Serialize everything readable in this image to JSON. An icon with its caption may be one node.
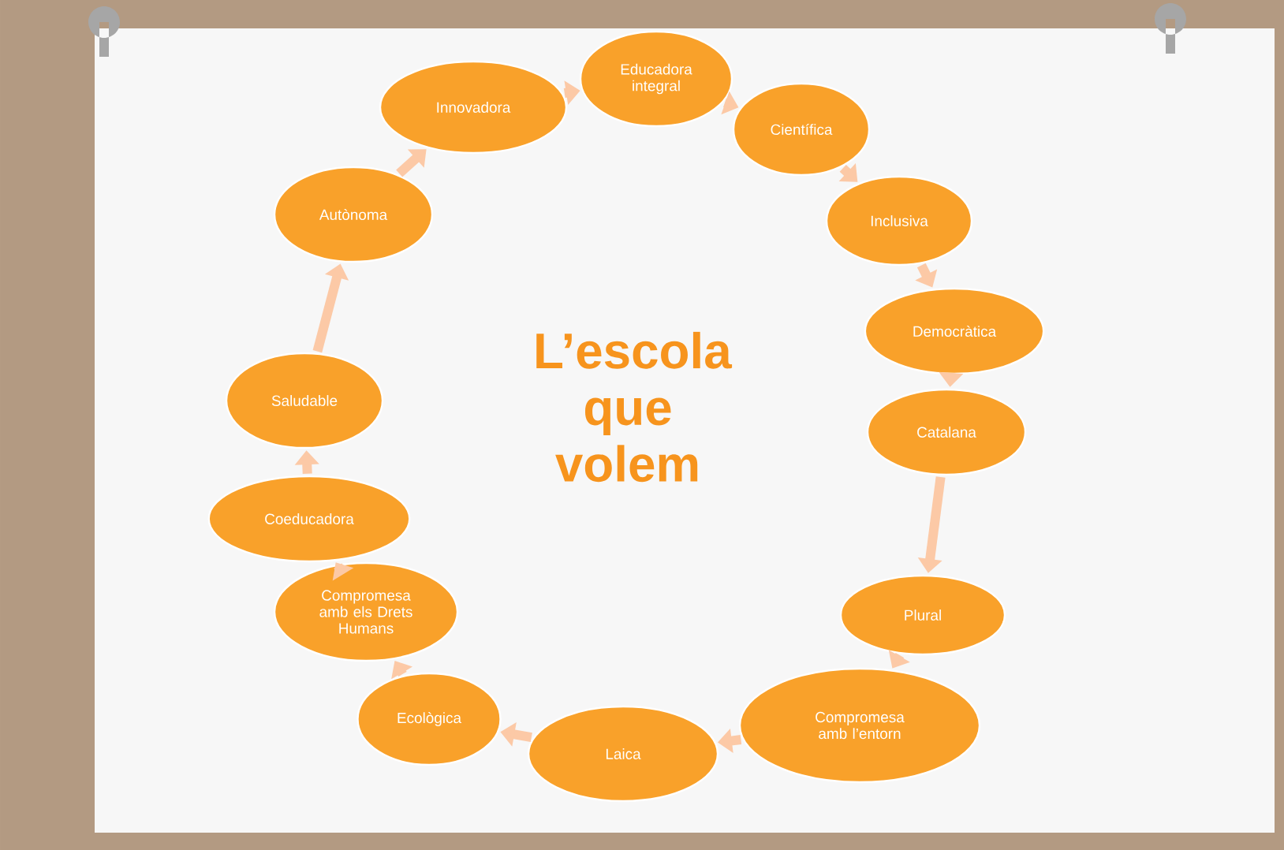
{
  "diagram": {
    "title": "L’escola que volem",
    "nodes": [
      {
        "text": [
          "Educadora integral"
        ]
      },
      {
        "text": [
          "Científica"
        ]
      },
      {
        "text": [
          "Inclusiva"
        ]
      },
      {
        "text": [
          "Democràtica"
        ]
      },
      {
        "text": [
          "Catalana"
        ]
      },
      {
        "text": [
          "Plural"
        ]
      },
      {
        "text": [
          "Compromesa amb l’entorn"
        ]
      },
      {
        "text": [
          "Laica"
        ]
      },
      {
        "text": [
          "Ecològica"
        ]
      },
      {
        "text": [
          "Compromesa amb els Drets Humans"
        ]
      },
      {
        "text": [
          "Coeducadora"
        ]
      },
      {
        "text": [
          "Saludable"
        ]
      },
      {
        "text": [
          "Autònoma"
        ]
      },
      {
        "text": [
          "Innovadora"
        ]
      }
    ],
    "edges": [
      {
        "from": 0,
        "to": 1,
        "arrow": "to"
      },
      {
        "from": 1,
        "to": 2,
        "arrow": "to"
      },
      {
        "from": 2,
        "to": 3,
        "arrow": "to"
      },
      {
        "from": 3,
        "to": 4,
        "arrow": "to"
      },
      {
        "from": 4,
        "to": 5,
        "arrow": "to"
      },
      {
        "from": 5,
        "to": 6,
        "arrow": "to"
      },
      {
        "from": 6,
        "to": 7,
        "arrow": "to"
      },
      {
        "from": 7,
        "to": 8,
        "arrow": "to"
      },
      {
        "from": 8,
        "to": 9,
        "arrow": "to"
      },
      {
        "from": 9,
        "to": 10,
        "arrow": "to"
      },
      {
        "from": 10,
        "to": 11,
        "arrow": "to"
      },
      {
        "from": 11,
        "to": 12,
        "arrow": "to"
      },
      {
        "from": 12,
        "to": 13,
        "arrow": "to"
      },
      {
        "from": 13,
        "to": 0,
        "arrow": "to"
      }
    ]
  }
}
